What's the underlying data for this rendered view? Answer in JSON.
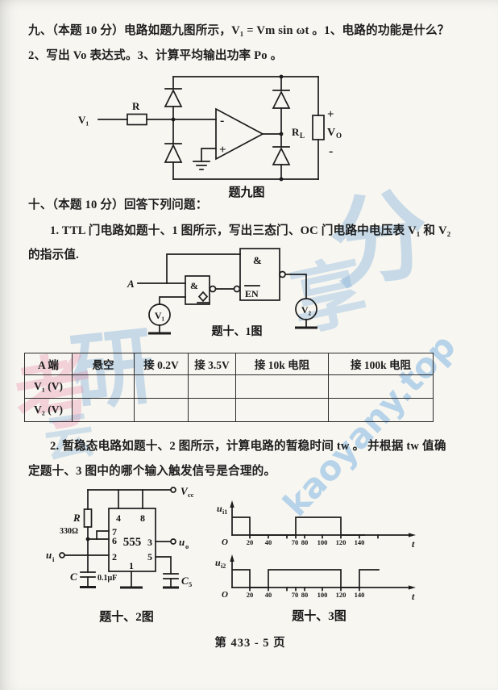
{
  "page": {
    "footer": "第 433 - 5 页"
  },
  "watermarks": {
    "url": "kaoyany.top",
    "glyphs": [
      "分",
      "享",
      "研",
      "考",
      "云"
    ]
  },
  "q9": {
    "line1": "九、（本题 10 分）电路如题九图所示，V₁ = Vm sin ωt 。1、电路的功能是什么？",
    "line2": "2、写出 Vo 表达式。3、计算平均输出功率 Po 。",
    "figure": {
      "caption": "题九图",
      "vin": "V₁",
      "r": "R",
      "opamp_minus": "-",
      "opamp_plus": "+",
      "rl_main": "R",
      "rl_sub": "L",
      "vo_plus": "+",
      "vo_main": "V",
      "vo_sub": "O",
      "vo_minus": "-"
    }
  },
  "q10": {
    "intro": "十、（本题 10 分）回答下列问题：",
    "p1_line1": "1. TTL 门电路如题十、1 图所示，写出三态门、OC 门电路中电压表 V₁ 和 V₂",
    "p1_line2": "的指示值.",
    "fig1": {
      "caption": "题十、1图",
      "a": "A",
      "gate1": "&",
      "gate2": "&",
      "en": "EN",
      "v1": "V₁",
      "v2": "V₂"
    },
    "table": {
      "headers": [
        "A 端",
        "悬空",
        "接 0.2V",
        "接 3.5V",
        "接 10k 电阻",
        "接 100k 电阻"
      ],
      "row1_label": "V₁ (V)",
      "row2_label": "V₂ (V)",
      "row1_values": [
        "",
        "",
        "",
        "",
        ""
      ],
      "row2_values": [
        "",
        "",
        "",
        "",
        ""
      ]
    },
    "p2_line1": "2. 暂稳态电路如题十、2 图所示，计算电路的暂稳时间 tw 。 并根据 tw 值确",
    "p2_line2": "定题十、3 图中的哪个输入触发信号是合理的。",
    "fig2": {
      "caption": "题十、2图",
      "vcc_main": "V",
      "vcc_sub": "cc",
      "r": "R",
      "r_value": "330Ω",
      "chip": "555",
      "p4": "4",
      "p8": "8",
      "p7": "7",
      "p6": "6",
      "p3": "3",
      "p2": "2",
      "p5": "5",
      "p1": "1",
      "ui_main": "u",
      "ui_sub": "i",
      "uo_main": "u",
      "uo_sub": "o",
      "c": "C",
      "c_value": "0.1μF",
      "cs_main": "C",
      "cs_sub": "5"
    },
    "fig3": {
      "caption": "题十、3图",
      "w1": {
        "y_main": "u",
        "y_sub": "i1",
        "origin": "O",
        "xlabel": "t",
        "ticks": [
          "20",
          "40",
          "70",
          "80",
          "100",
          "120",
          "140"
        ],
        "high_intervals": [
          [
            0,
            20
          ],
          [
            70,
            120
          ]
        ]
      },
      "w2": {
        "y_main": "u",
        "y_sub": "i2",
        "origin": "O",
        "xlabel": "t",
        "ticks": [
          "20",
          "40",
          "70",
          "80",
          "100",
          "120",
          "140"
        ],
        "high_intervals": [
          [
            0,
            20
          ],
          [
            40,
            120
          ],
          [
            140,
            158
          ]
        ]
      }
    }
  }
}
